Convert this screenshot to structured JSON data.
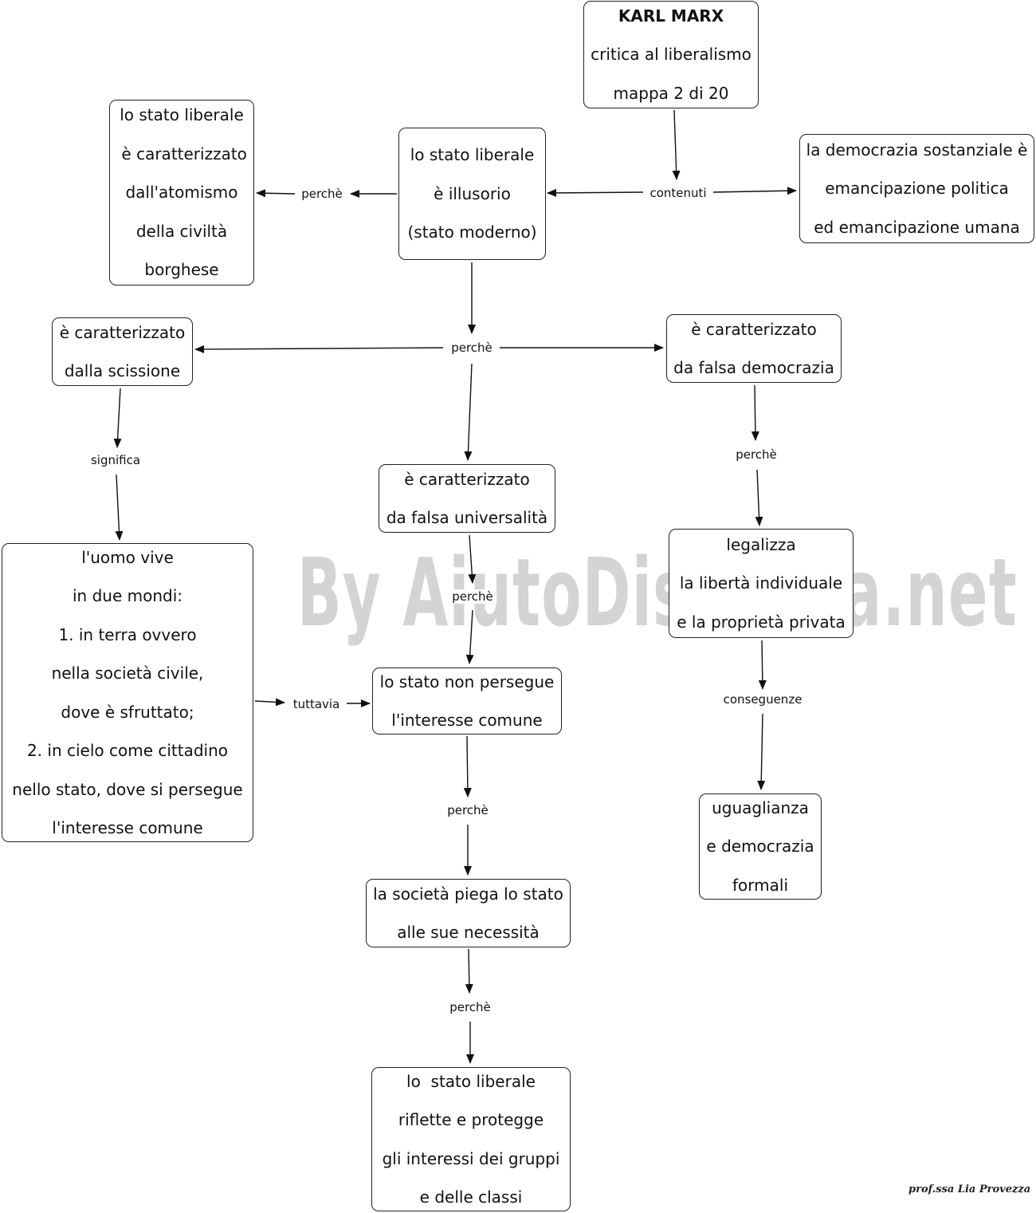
{
  "nodes": {
    "title": {
      "lines": [
        "KARL MARX",
        "critica al liberalismo",
        "mappa 2 di 20"
      ]
    },
    "illusorio": {
      "lines": [
        "lo stato liberale",
        "è illusorio",
        "(stato moderno)"
      ]
    },
    "atomismo": {
      "lines": [
        "lo stato liberale",
        " è caratterizzato",
        "dall'atomismo",
        "della civiltà",
        "borghese"
      ]
    },
    "democrazia_sostanziale": {
      "lines": [
        "la democrazia sostanziale è",
        "emancipazione politica",
        "ed emancipazione umana"
      ]
    },
    "scissione": {
      "lines": [
        "è caratterizzato",
        "dalla scissione"
      ]
    },
    "falsa_democrazia": {
      "lines": [
        "è caratterizzato",
        "da falsa democrazia"
      ]
    },
    "falsa_universalita": {
      "lines": [
        "è caratterizzato",
        "da falsa universalità"
      ]
    },
    "uomo_vive": {
      "lines": [
        "l'uomo vive",
        "in due mondi:",
        "1. in terra ovvero",
        "nella società civile,",
        "dove è sfruttato;",
        "2. in cielo come cittadino",
        "nello stato, dove si persegue",
        "l'interesse comune"
      ]
    },
    "legalizza": {
      "lines": [
        "legalizza",
        "la libertà individuale",
        "e la proprietà privata"
      ]
    },
    "non_persegue": {
      "lines": [
        "lo stato non persegue",
        "l'interesse comune"
      ]
    },
    "uguaglianza": {
      "lines": [
        "uguaglianza",
        "e democrazia",
        "formali"
      ]
    },
    "societa_piega": {
      "lines": [
        "la società piega lo stato",
        "alle sue necessità"
      ]
    },
    "riflette": {
      "lines": [
        "lo  stato liberale",
        "riflette e protegge",
        "gli interessi dei gruppi",
        "e delle classi"
      ]
    }
  },
  "edge_labels": {
    "contenuti": "contenuti",
    "perche_atomismo": "perchè",
    "perche_center": "perchè",
    "significa": "significa",
    "perche_democrazia": "perchè",
    "perche_universalita": "perchè",
    "tuttavia": "tuttavia",
    "conseguenze": "conseguenze",
    "perche_non_persegue": "perchè",
    "perche_societa": "perchè"
  },
  "watermark": "By AiutoDislessia.net",
  "signature": "prof.ssa Lia Provezza"
}
